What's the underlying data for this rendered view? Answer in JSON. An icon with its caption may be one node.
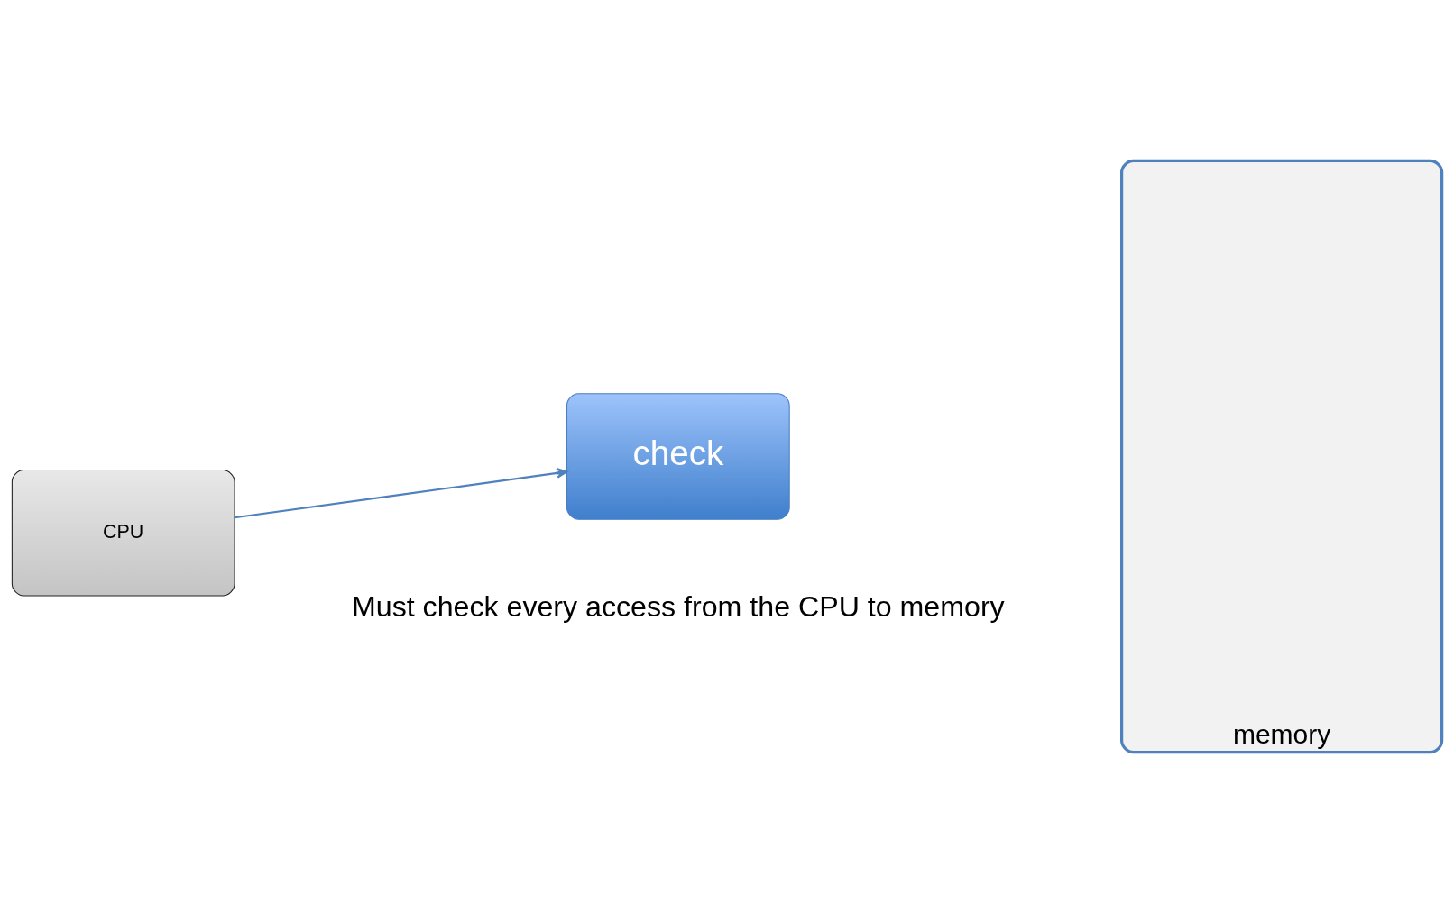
{
  "diagram": {
    "nodes": [
      {
        "text": [
          "CPU"
        ]
      },
      {
        "text": [
          "check"
        ]
      },
      {
        "text": [
          "memory"
        ]
      }
    ],
    "edges": [
      {
        "from": 0,
        "to": 1,
        "arrow": "to"
      }
    ],
    "labels": [
      "Must check every access from the CPU to memory"
    ]
  }
}
